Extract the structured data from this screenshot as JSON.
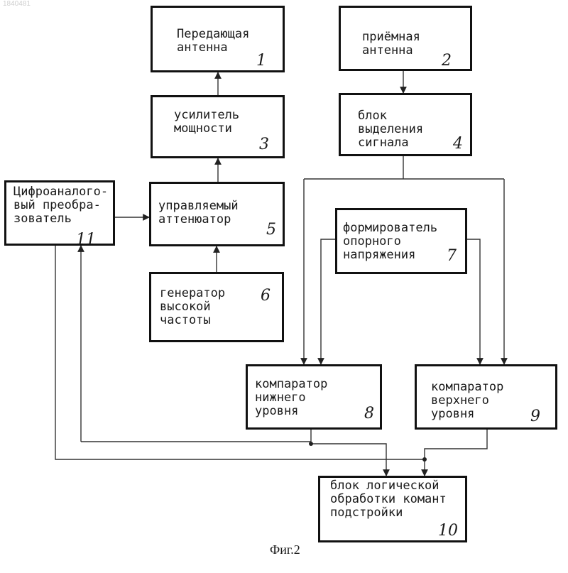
{
  "header_mark": "1840481",
  "caption": "Фиг.2",
  "blocks": {
    "b1": {
      "label": "Передающая\nантенна",
      "num": "1"
    },
    "b2": {
      "label": "приёмная\nантенна",
      "num": "2"
    },
    "b3": {
      "label": "усилитель\nмощности",
      "num": "3"
    },
    "b4": {
      "label": "блок\nвыделения\nсигнала",
      "num": "4"
    },
    "b5": {
      "label": "управляемый\nаттенюатор",
      "num": "5"
    },
    "b6": {
      "label": "генератор\nвысокой\nчастоты",
      "num": "6"
    },
    "b7": {
      "label": "формирователь\nопорного\nнапряжения",
      "num": "7"
    },
    "b8": {
      "label": "компаратор\nнижнего\nуровня",
      "num": "8"
    },
    "b9": {
      "label": "компаратор\nверхнего\nуровня",
      "num": "9"
    },
    "b10": {
      "label": "блок логической\nобработки комант\nподстройки",
      "num": "10"
    },
    "b11": {
      "label": "Цифроаналого-\nвый преобра-\nзователь",
      "num": "11"
    }
  }
}
